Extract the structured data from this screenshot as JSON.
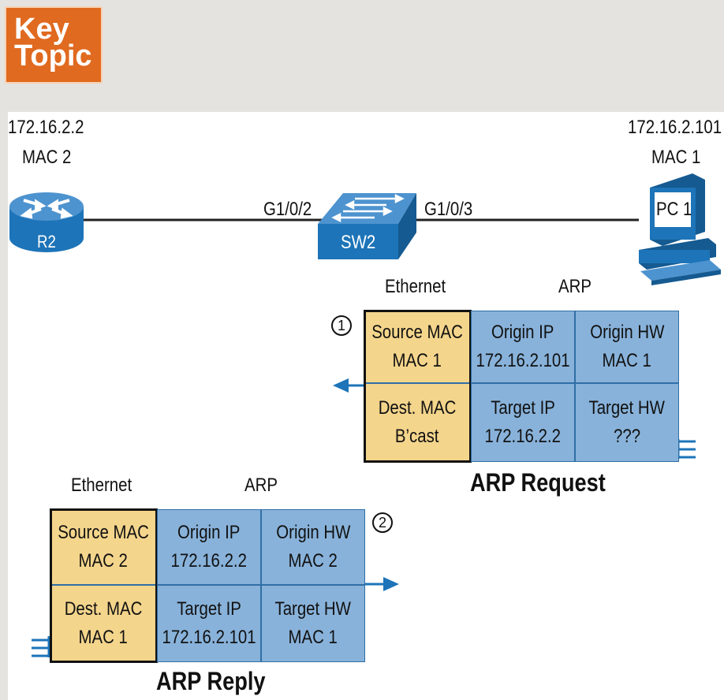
{
  "key_topic": {
    "line1": "Key",
    "line2": "Topic"
  },
  "devices": {
    "r2": {
      "name": "R2",
      "ip": "172.16.2.2",
      "mac": "MAC 2"
    },
    "sw2": {
      "name": "SW2",
      "port_left": "G1/0/2",
      "port_right": "G1/0/3"
    },
    "pc1": {
      "name": "PC 1",
      "ip": "172.16.2.101",
      "mac": "MAC 1"
    }
  },
  "request": {
    "step": "1",
    "title": "ARP Request",
    "ethernet_label": "Ethernet",
    "arp_label": "ARP",
    "source_mac": {
      "header": "Source MAC",
      "value": "MAC 1"
    },
    "dest_mac": {
      "header": "Dest. MAC",
      "value": "B’cast"
    },
    "origin_ip": {
      "header": "Origin IP",
      "value": "172.16.2.101"
    },
    "origin_hw": {
      "header": "Origin HW",
      "value": "MAC 1"
    },
    "target_ip": {
      "header": "Target IP",
      "value": "172.16.2.2"
    },
    "target_hw": {
      "header": "Target HW",
      "value": "???"
    }
  },
  "reply": {
    "step": "2",
    "title": "ARP Reply",
    "ethernet_label": "Ethernet",
    "arp_label": "ARP",
    "source_mac": {
      "header": "Source MAC",
      "value": "MAC 2"
    },
    "dest_mac": {
      "header": "Dest. MAC",
      "value": "MAC 1"
    },
    "origin_ip": {
      "header": "Origin IP",
      "value": "172.16.2.2"
    },
    "origin_hw": {
      "header": "Origin HW",
      "value": "MAC 2"
    },
    "target_ip": {
      "header": "Target IP",
      "value": "172.16.2.101"
    },
    "target_hw": {
      "header": "Target HW",
      "value": "MAC 1"
    }
  },
  "colors": {
    "cell_blue": "#88b2da",
    "cell_yellow": "#f4d58c",
    "device_blue": "#1d74b8",
    "badge_orange": "#e06a1f"
  }
}
